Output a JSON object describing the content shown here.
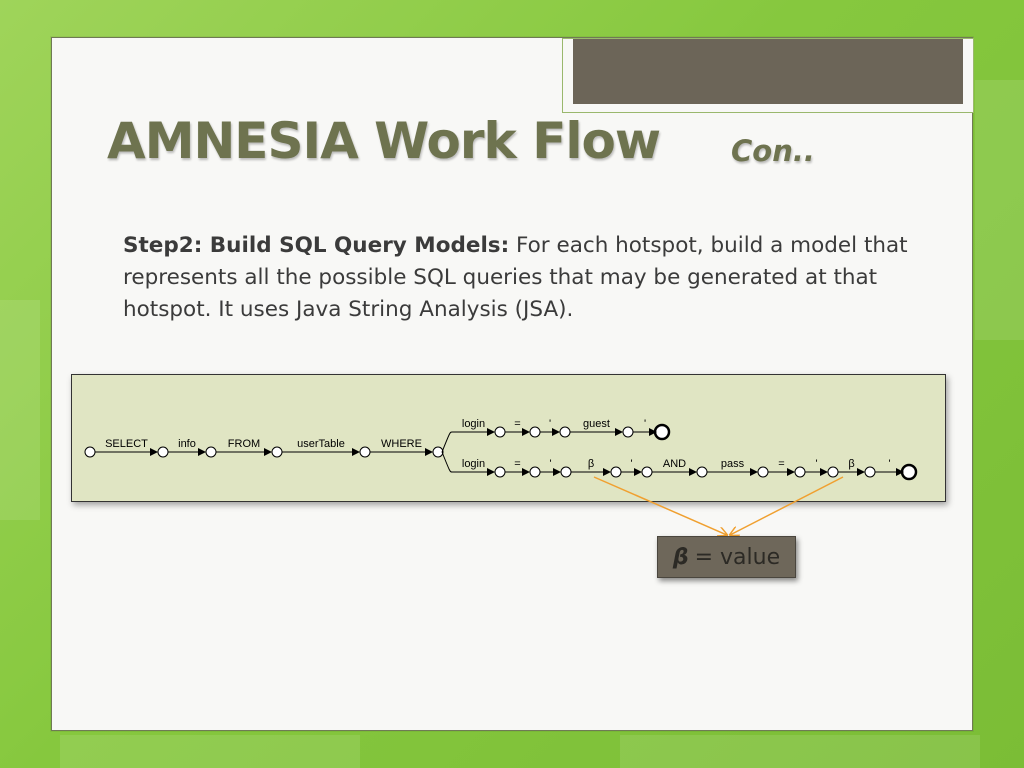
{
  "title": "AMNESIA Work Flow",
  "subtitle": "Con..",
  "body": {
    "lead": "Step2: Build SQL Query Models:",
    "text": " For each hotspot, build a model that represents all the possible SQL queries that may be generated at that hotspot. It uses Java String Analysis (JSA)."
  },
  "diagram": {
    "main_path": [
      "SELECT",
      "info",
      "FROM",
      "userTable",
      "WHERE"
    ],
    "branch_top": [
      "login",
      "=",
      "'",
      "guest",
      "'"
    ],
    "branch_bottom": [
      "login",
      "=",
      "'",
      "β",
      "'",
      "AND",
      "pass",
      "=",
      "'",
      "β",
      "'"
    ]
  },
  "callout": {
    "symbol": "β",
    "text": "= value"
  },
  "colors": {
    "background": "#86c83e",
    "title": "#6e734f",
    "diagram_bg": "#e0e5c3",
    "arrow": "#f0a030"
  }
}
